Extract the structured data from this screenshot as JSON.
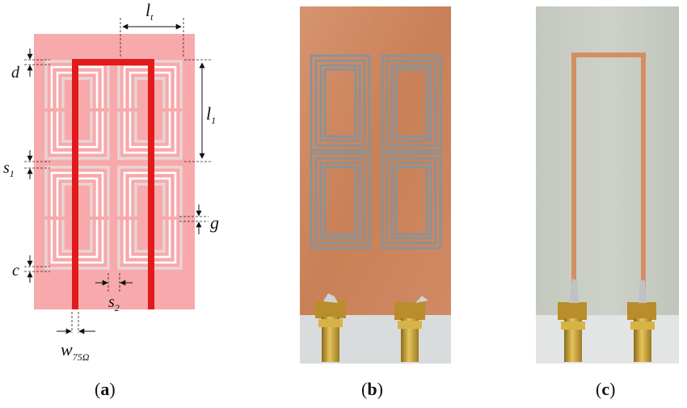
{
  "panels": {
    "a": {
      "caption_open": "(",
      "caption_letter": "a",
      "caption_close": ")",
      "labels": {
        "lt_main": "l",
        "lt_sub": "t",
        "l1_main": "l",
        "l1_sub": "1",
        "d": "d",
        "s1_main": "s",
        "s1_sub": "1",
        "g": "g",
        "c": "c",
        "s2_main": "s",
        "s2_sub": "2",
        "w_main": "w",
        "w_sub": "75Ω"
      },
      "colors": {
        "substrate": "#f7a9ab",
        "feedline": "#e11b1b",
        "copper_ring": "#ffffff",
        "ring_outline": "#555555"
      }
    },
    "b": {
      "caption_open": "(",
      "caption_letter": "b",
      "caption_close": ")",
      "colors": {
        "board": "#c8855f",
        "etch": "#8a8f91",
        "connector": "#c9a23a",
        "background": "#d9dcdd"
      }
    },
    "c": {
      "caption_open": "(",
      "caption_letter": "c",
      "caption_close": ")",
      "colors": {
        "board": "#c6cbc1",
        "trace": "#d38f63",
        "connector": "#c9a23a",
        "background": "#e3e5e4"
      }
    }
  }
}
